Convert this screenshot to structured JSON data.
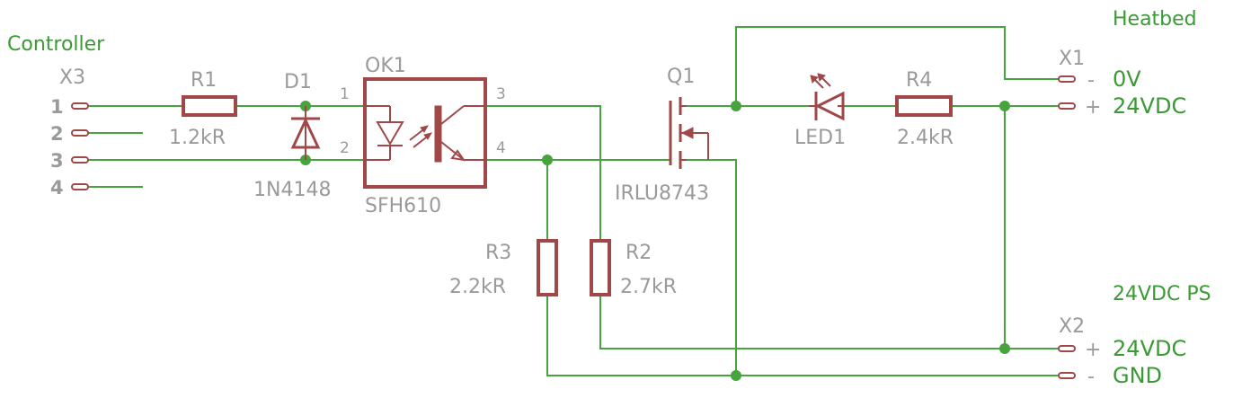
{
  "sections": {
    "controller": "Controller",
    "heatbed": "Heatbed",
    "supply": "24VDC PS"
  },
  "connectors": {
    "x3": {
      "name": "X3",
      "pins": [
        "1",
        "2",
        "3",
        "4"
      ]
    },
    "x1": {
      "name": "X1",
      "pin_minus_sign": "-",
      "pin_plus_sign": "+",
      "pin_minus_label": "0V",
      "pin_plus_label": "24VDC"
    },
    "x2": {
      "name": "X2",
      "pin_plus_sign": "+",
      "pin_minus_sign": "-",
      "pin_plus_label": "24VDC",
      "pin_minus_label": "GND"
    }
  },
  "components": {
    "r1": {
      "name": "R1",
      "value": "1.2kR"
    },
    "d1": {
      "name": "D1",
      "value": "1N4148"
    },
    "ok1": {
      "name": "OK1",
      "value": "SFH610",
      "pins": [
        "1",
        "2",
        "3",
        "4"
      ]
    },
    "q1": {
      "name": "Q1",
      "value": "IRLU8743"
    },
    "led1": {
      "name": "LED1"
    },
    "r4": {
      "name": "R4",
      "value": "2.4kR"
    },
    "r3": {
      "name": "R3",
      "value": "2.2kR"
    },
    "r2": {
      "name": "R2",
      "value": "2.7kR"
    }
  },
  "colors": {
    "wire": "#46a33e",
    "component": "#a04848",
    "label": "#9a9a9a",
    "section_label": "#3a9a33"
  }
}
